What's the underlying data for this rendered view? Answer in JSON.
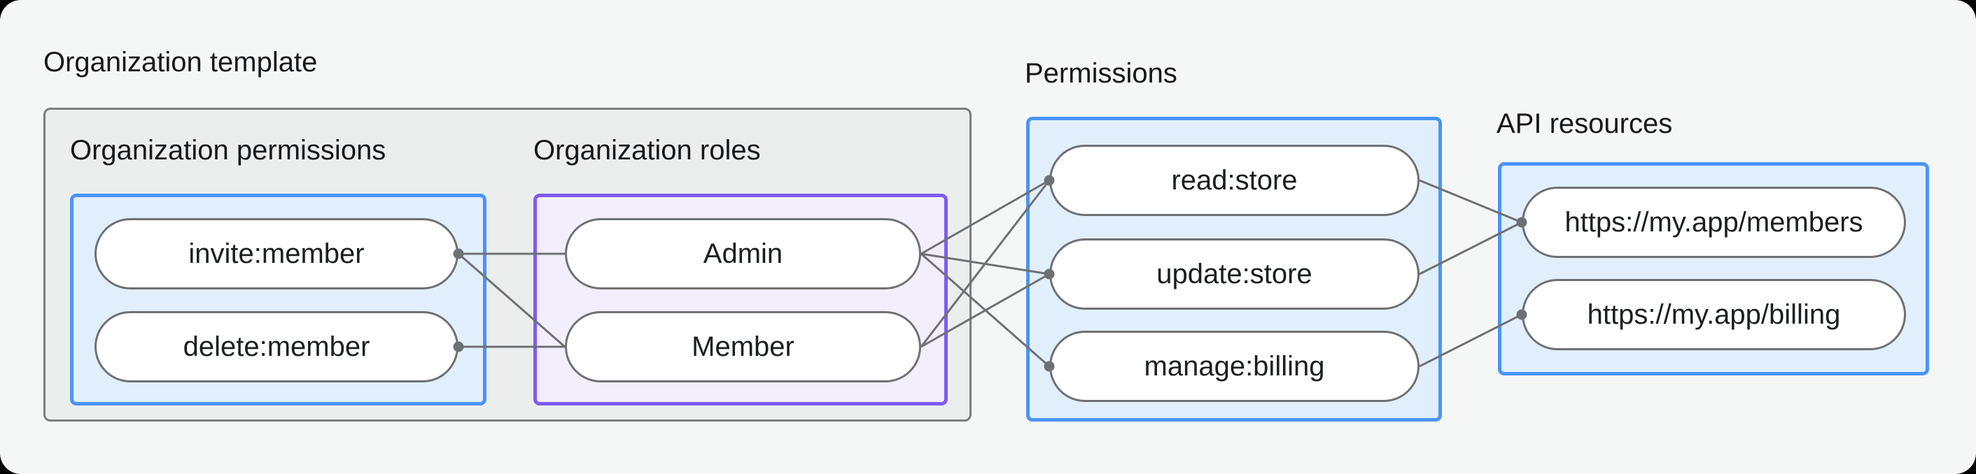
{
  "labels": {
    "org_template": "Organization template",
    "org_permissions": "Organization permissions",
    "org_roles": "Organization roles",
    "permissions": "Permissions",
    "api_resources": "API resources"
  },
  "nodes": {
    "invite": {
      "label": "invite:member"
    },
    "delete": {
      "label": "delete:member"
    },
    "admin": {
      "label": "Admin"
    },
    "member": {
      "label": "Member"
    },
    "read": {
      "label": "read:store"
    },
    "update": {
      "label": "update:store"
    },
    "manage": {
      "label": "manage:billing"
    },
    "members_api": {
      "label": "https://my.app/members"
    },
    "billing_api": {
      "label": "https://my.app/billing"
    }
  },
  "edges": [
    {
      "from": "invite:member",
      "to": "Admin"
    },
    {
      "from": "invite:member",
      "to": "Member"
    },
    {
      "from": "delete:member",
      "to": "Member"
    },
    {
      "from": "Admin",
      "to": "read:store"
    },
    {
      "from": "Admin",
      "to": "update:store"
    },
    {
      "from": "Admin",
      "to": "manage:billing"
    },
    {
      "from": "Member",
      "to": "read:store"
    },
    {
      "from": "Member",
      "to": "update:store"
    },
    {
      "from": "read:store",
      "to": "https://my.app/members"
    },
    {
      "from": "update:store",
      "to": "https://my.app/members"
    },
    {
      "from": "manage:billing",
      "to": "https://my.app/billing"
    }
  ],
  "colors": {
    "outer_bg": "#000000",
    "canvas_bg": "#f5f7f6",
    "container_fill": "#eceeed",
    "container_border": "#7b7e7e",
    "blue_fill": "#e1effd",
    "blue_border": "#4b93f5",
    "purple_fill": "#f3eefc",
    "purple_border": "#7c5cf3",
    "node_fill": "#ffffff",
    "node_border": "#6e7173",
    "edge": "#6e7173",
    "text": "#1b1f21"
  }
}
